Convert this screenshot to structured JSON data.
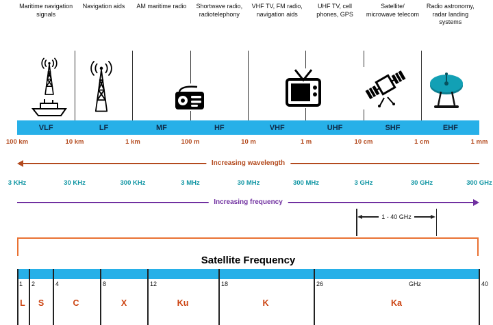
{
  "spectrum": {
    "bands": [
      {
        "code": "VLF",
        "use": "Maritime navigation signals"
      },
      {
        "code": "LF",
        "use": "Navigation aids"
      },
      {
        "code": "MF",
        "use": "AM maritime radio"
      },
      {
        "code": "HF",
        "use": "Shortwave radio, radiotelephony"
      },
      {
        "code": "VHF",
        "use": "VHF TV, FM radio, navigation aids"
      },
      {
        "code": "UHF",
        "use": "UHF TV, cell phones, GPS"
      },
      {
        "code": "SHF",
        "use": "Satellite/ microwave telecom"
      },
      {
        "code": "EHF",
        "use": "Radio astronomy, radar landing systems"
      }
    ],
    "wavelength_ticks": [
      "100 km",
      "10 km",
      "1 km",
      "100 m",
      "10 m",
      "1 m",
      "10 cm",
      "1 cm",
      "1 mm"
    ],
    "frequency_ticks": [
      "3 KHz",
      "30 KHz",
      "300 KHz",
      "3 MHz",
      "30 MHz",
      "300 MHz",
      "3 GHz",
      "30 GHz",
      "300 GHz"
    ],
    "wavelength_arrow_label": "Increasing wavelength",
    "frequency_arrow_label": "Increasing frequency",
    "bracket_label": "1 - 40 GHz"
  },
  "satellite_chart": {
    "title": "Satellite Frequency",
    "unit": "GHz",
    "ticks": [
      "1",
      "2",
      "4",
      "8",
      "12",
      "18",
      "26",
      "40"
    ],
    "bands": [
      {
        "letter": "L",
        "range_ghz": "1-2"
      },
      {
        "letter": "S",
        "range_ghz": "2-4"
      },
      {
        "letter": "C",
        "range_ghz": "4-8"
      },
      {
        "letter": "X",
        "range_ghz": "8-12"
      },
      {
        "letter": "Ku",
        "range_ghz": "12-18"
      },
      {
        "letter": "K",
        "range_ghz": "18-26"
      },
      {
        "letter": "Ka",
        "range_ghz": "26-40"
      }
    ]
  },
  "icons": [
    "radio-tower-icon",
    "ship-icon",
    "radio-tower-icon",
    "portable-radio-icon",
    "television-icon",
    "satellite-icon",
    "dish-antenna-icon"
  ],
  "colors": {
    "bar_cyan": "#27b0e8",
    "wl_orange": "#b34a1e",
    "freq_teal": "#0f95a3",
    "arrow_purple": "#7030a0",
    "bracket_orange": "#e97132",
    "letter_orange": "#cc4412",
    "band_dark": "#0e2a47"
  }
}
